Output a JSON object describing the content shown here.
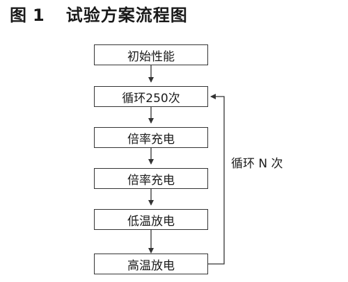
{
  "figure": {
    "label": "图 1",
    "label_prefix": "图",
    "label_number": "1",
    "caption": "试验方案流程图"
  },
  "flow": {
    "steps": [
      "初始性能",
      "循环250次",
      "倍率充电",
      "倍率充电",
      "低温放电",
      "高温放电"
    ],
    "loop_label": "循环 N 次"
  },
  "colors": {
    "line": "#333333",
    "text": "#1a1a1a",
    "background": "#ffffff"
  }
}
